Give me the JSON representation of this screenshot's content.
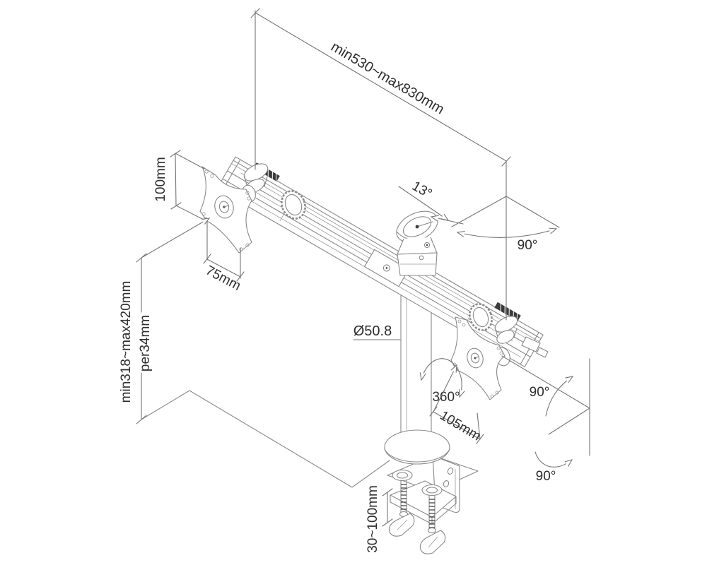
{
  "diagram": {
    "type": "technical-dimension-drawing",
    "subject": "dual-monitor-desk-mount-arm",
    "labels": {
      "arm_span": "min530~max830mm",
      "tilt_angle": "13°",
      "swivel_angle": "90°",
      "vesa_height": "100mm",
      "vesa_width": "75mm",
      "height_range": "min318~max420mm",
      "height_step": "per34mm",
      "pole_diameter": "Ø50.8",
      "rotation": "360°",
      "arm_offset": "105mm",
      "rotate_up": "90°",
      "rotate_down": "90°",
      "clamp_range": "30~100mm"
    },
    "colors": {
      "background": "#ffffff",
      "part_line": "#898989",
      "dimension_line": "#757575",
      "text": "#2e2e2e",
      "grip_pad": "#3c3c3c"
    }
  }
}
